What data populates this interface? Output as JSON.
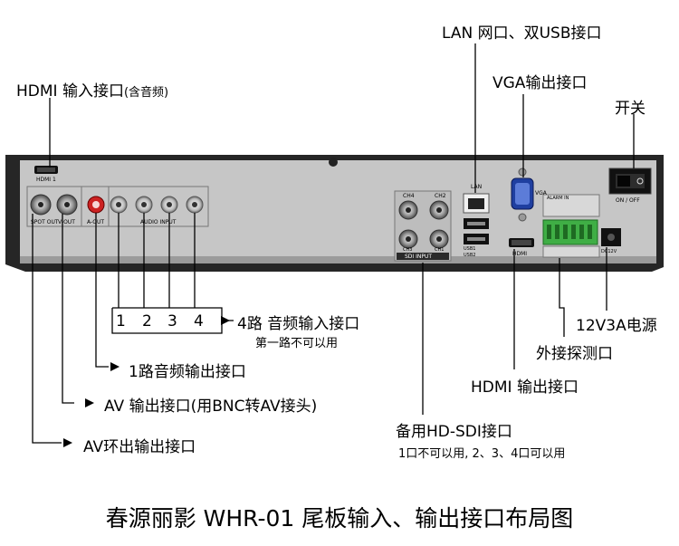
{
  "callouts": {
    "hdmi_input": "HDMI 输入接口",
    "hdmi_input_note": "(含音频)",
    "lan_usb": "LAN 网口、双USB接口",
    "vga": "VGA输出接口",
    "power_switch": "开关",
    "audio_in_title": "4路 音频输入接口",
    "audio_in_note": "第一路不可以用",
    "audio_out": "1路音频输出接口",
    "av_out": "AV 输出接口(用BNC转AV接头)",
    "av_loop": "AV环出输出接口",
    "sdi": "备用HD-SDI接口",
    "sdi_note": "1口不可以用, 2、3、4口可以用",
    "hdmi_out": "HDMI 输出接口",
    "alarm": "外接探测口",
    "power": "12V3A电源"
  },
  "audio_numbers": [
    "1",
    "2",
    "3",
    "4"
  ],
  "panel_labels": {
    "hdmi1": "HDMI 1",
    "spot_out": "SPOT OUT",
    "v_out": "V-OUT",
    "a_out": "A-OUT",
    "audio_input": "AUDIO INPUT",
    "ch4": "CH4",
    "ch2": "CH2",
    "ch3": "CH3",
    "ch1": "CH1",
    "sdi_input": "SDI INPUT",
    "lan": "LAN",
    "usb1": "USB1",
    "usb2": "USB2",
    "vga": "VGA",
    "hdmi": "HDMI",
    "alarm_in": "ALARM IN",
    "on_off": "ON / OFF",
    "dc12v": "DC12V"
  },
  "caption": "春源丽影 WHR-01 尾板输入、输出接口布局图",
  "colors": {
    "panel": "#c3c3c3",
    "frame": "#2a2a2a",
    "terminal": "#3fae45"
  }
}
